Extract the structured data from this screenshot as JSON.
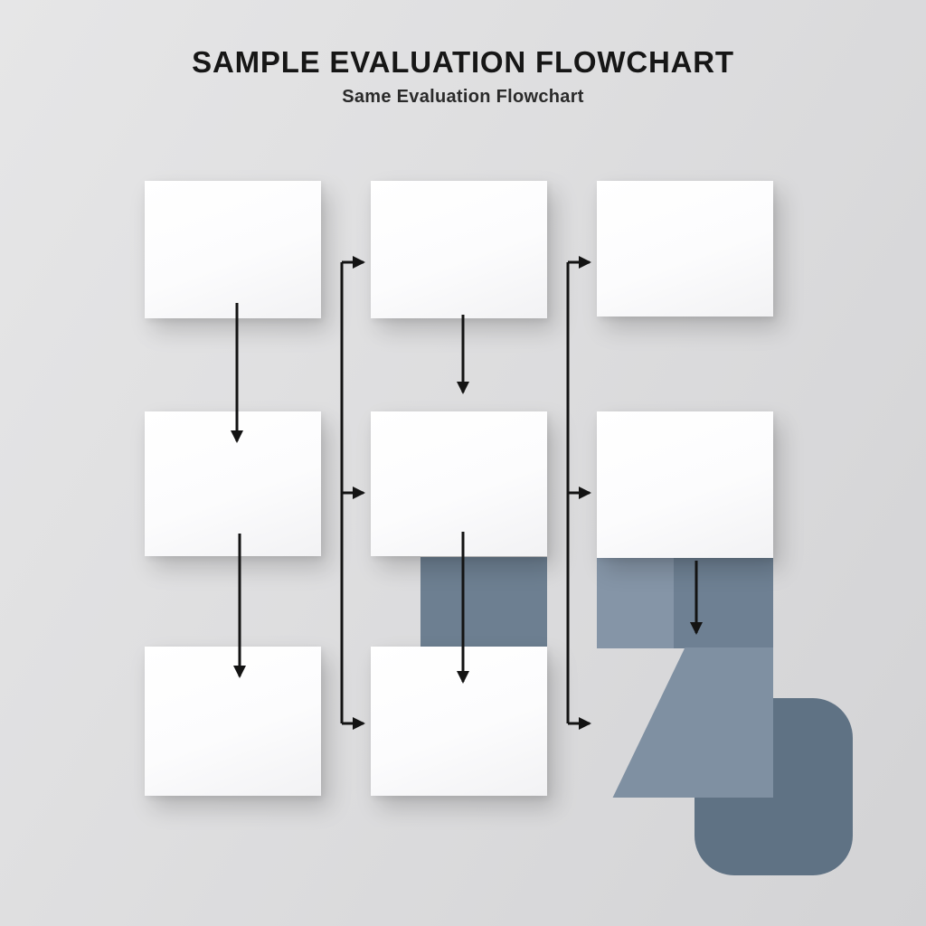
{
  "header": {
    "title": "SAMPLE EVALUATION FLOWCHART",
    "subtitle": "Same Evaluation Flowchart"
  },
  "flowchart": {
    "nodes": [
      {
        "id": "step-r1c1",
        "row": 1,
        "col": 1,
        "label": ""
      },
      {
        "id": "step-r2c1",
        "row": 2,
        "col": 1,
        "label": ""
      },
      {
        "id": "step-r3c1",
        "row": 3,
        "col": 1,
        "label": ""
      },
      {
        "id": "step-r1c2",
        "row": 1,
        "col": 2,
        "label": ""
      },
      {
        "id": "step-r2c2",
        "row": 2,
        "col": 2,
        "label": ""
      },
      {
        "id": "step-r3c2",
        "row": 3,
        "col": 2,
        "label": ""
      },
      {
        "id": "step-r1c3",
        "row": 1,
        "col": 3,
        "label": ""
      },
      {
        "id": "step-r2c3",
        "row": 2,
        "col": 3,
        "label": ""
      }
    ],
    "connections": [
      {
        "from": "step-r1c1",
        "to": "step-r2c1",
        "type": "down-arrow"
      },
      {
        "from": "step-r2c1",
        "to": "step-r3c1",
        "type": "down-arrow"
      },
      {
        "from": "step-r1c2",
        "to": "step-r2c2",
        "type": "down-arrow"
      },
      {
        "from": "step-r2c2",
        "to": "step-r3c2",
        "type": "down-arrow"
      },
      {
        "from": "step-r2c3",
        "to": "slate-end-area",
        "type": "down-arrow"
      },
      {
        "rail": "between-col1-col2",
        "type": "vertical-rail-right-arrows",
        "targets": [
          "step-r1c2",
          "step-r2c2",
          "step-r3c2"
        ]
      },
      {
        "rail": "between-col2-col3",
        "type": "vertical-rail-right-arrows",
        "targets": [
          "step-r1c3",
          "step-r2c3",
          "slate-end-area"
        ]
      }
    ],
    "decorations": [
      {
        "name": "slate-rect-under-col2",
        "color": "#6d7f91"
      },
      {
        "name": "slate-strip-col3",
        "color": "#8595a7"
      },
      {
        "name": "slate-strip-col3-dark",
        "color": "#6e8093"
      },
      {
        "name": "slate-wedge-block-col3",
        "color": "#7f90a2"
      },
      {
        "name": "slate-rounded-square",
        "color": "#5f7284"
      }
    ]
  },
  "colors": {
    "background_light": "#e6e6e7",
    "background_dark": "#d3d3d5",
    "node_fill": "#fcfcfd",
    "title_text": "#161616",
    "subtitle_text": "#2a2a2a",
    "arrow": "#131313",
    "slate_under_col2": "#6d7f91",
    "slate_strip": "#8595a7",
    "slate_strip_dark": "#6e8093",
    "slate_block": "#7f90a2",
    "slate_rounded": "#5f7284"
  }
}
